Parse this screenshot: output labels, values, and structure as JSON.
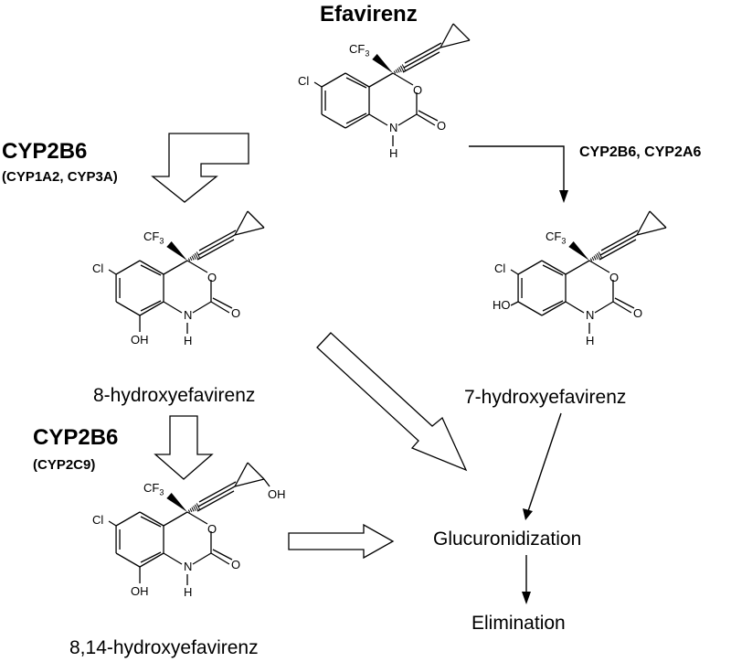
{
  "compounds": {
    "efavirenz": "Efavirenz",
    "hydroxy8": "8-hydroxyefavirenz",
    "hydroxy7": "7-hydroxyefavirenz",
    "hydroxy814": "8,14-hydroxyefavirenz"
  },
  "enzymes": {
    "step1_main": "CYP2B6",
    "step1_minor": "(CYP1A2, CYP3A)",
    "step2_side": "CYP2B6, CYP2A6",
    "step3_main": "CYP2B6",
    "step3_minor": "(CYP2C9)"
  },
  "processes": {
    "conjugation": "Glucuronidization",
    "elimination": "Elimination"
  },
  "atoms": {
    "cf3": "CF",
    "cf3_sub": "3",
    "cl": "Cl",
    "o": "O",
    "n": "N",
    "h": "H",
    "oh": "OH",
    "ho": "HO"
  }
}
